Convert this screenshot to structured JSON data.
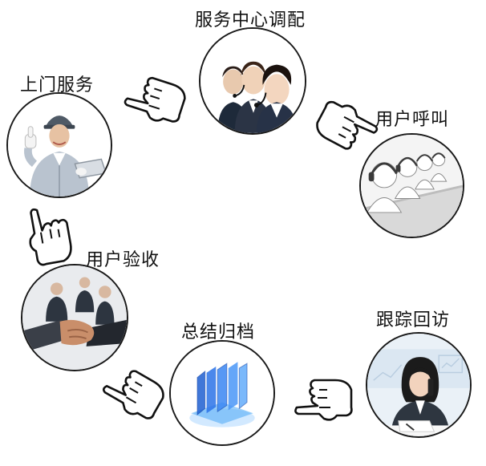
{
  "steps": {
    "dispatch": {
      "label": "服务中心调配",
      "icon": "call-center-agents"
    },
    "user_call": {
      "label": "用户呼叫",
      "icon": "headset-operators"
    },
    "follow_up": {
      "label": "跟踪回访",
      "icon": "woman-on-phone"
    },
    "archive": {
      "label": "总结归档",
      "icon": "file-stack"
    },
    "acceptance": {
      "label": "用户验收",
      "icon": "handshake"
    },
    "onsite": {
      "label": "上门服务",
      "icon": "technician-thumbs-up"
    }
  },
  "arrow_icon": "pointing-hand"
}
